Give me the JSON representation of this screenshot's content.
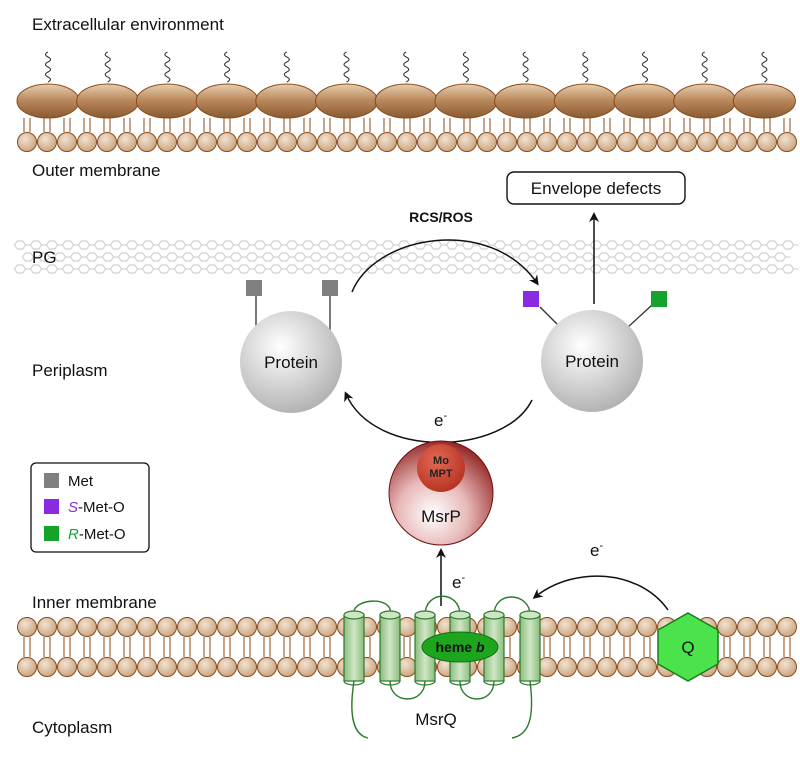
{
  "regions": {
    "extracellular": "Extracellular environment",
    "outer_membrane": "Outer membrane",
    "pg": "PG",
    "periplasm": "Periplasm",
    "inner_membrane": "Inner membrane",
    "cytoplasm": "Cytoplasm"
  },
  "labels": {
    "rcs_ros": "RCS/ROS",
    "envelope_defects": "Envelope defects",
    "protein_left": "Protein",
    "protein_right": "Protein",
    "electron_top": "e",
    "electron_mid": "e",
    "electron_right": "e",
    "electron_sup": "-",
    "mo": "Mo",
    "mpt": "MPT",
    "msrp": "MsrP",
    "heme_main": "heme ",
    "heme_b": "b",
    "quinone": "Q",
    "msrq": "MsrQ"
  },
  "legend": {
    "met": "Met",
    "s_prefix": "S",
    "s_suffix": "-Met-O",
    "r_prefix": "R",
    "r_suffix": "-Met-O"
  },
  "colors": {
    "met": "#808080",
    "s_met_o": "#8a2be2",
    "r_met_o": "#16a32a",
    "membrane_head": "#dcc0a4",
    "membrane_stroke": "#8a4a1a",
    "lps_head": "#b8885a",
    "msrp": "#b52a2a",
    "mpt_core": "#c9402e",
    "helix": "#a9cf9a",
    "helix_stroke": "#2d7a2d",
    "heme": "#1ea51e",
    "quinone": "#4be24b",
    "protein": "#cfcfcf"
  }
}
